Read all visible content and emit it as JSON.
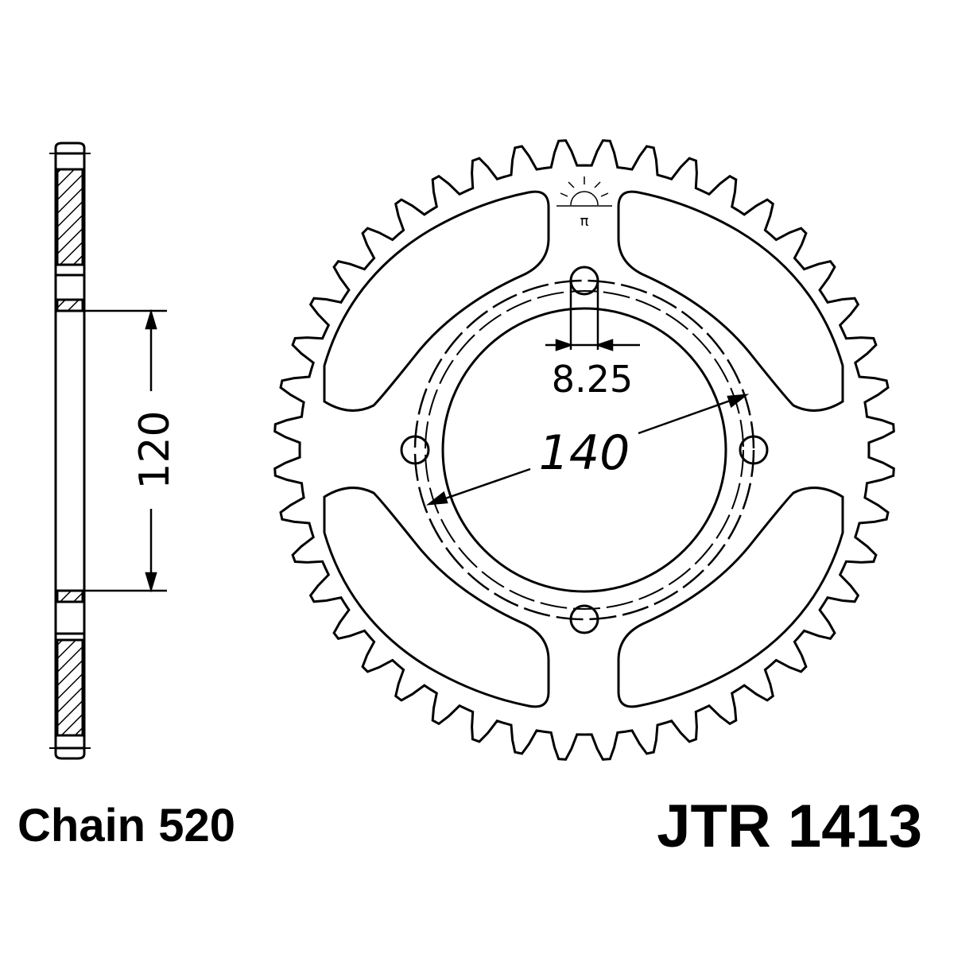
{
  "drawing": {
    "dimensions": {
      "width": "120",
      "pcd": "140",
      "bolt_hole": "8.25"
    },
    "logo_glyph": "π",
    "tooth_count": 44,
    "bolt_hole_count": 4
  },
  "captions": {
    "chain": "Chain 520",
    "part_number": "JTR 1413"
  }
}
